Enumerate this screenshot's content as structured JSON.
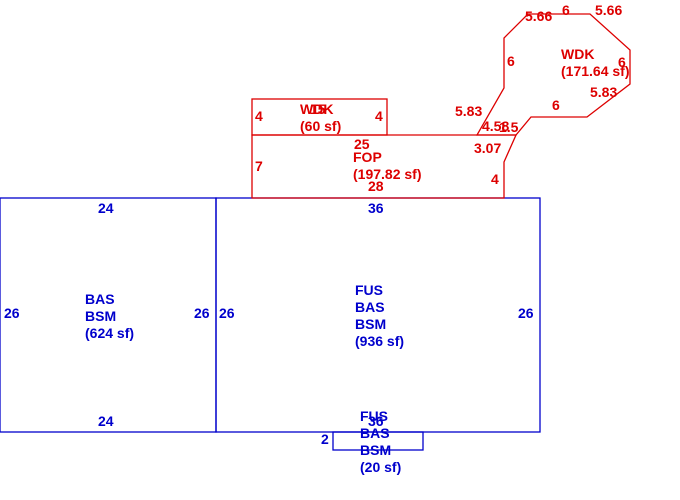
{
  "colors": {
    "living_area": "#0000cc",
    "deck_porch": "#dd0000",
    "background": "#ffffff"
  },
  "areas": {
    "bas_left": {
      "lines": [
        "BAS",
        "BSM",
        "(624 sf)"
      ]
    },
    "fus_main": {
      "lines": [
        "FUS",
        "BAS",
        "BSM",
        "(936 sf)"
      ]
    },
    "fus_small": {
      "lines": [
        "FUS",
        "BAS",
        "BSM",
        "(20 sf)"
      ]
    },
    "fop": {
      "lines": [
        "FOP",
        "(197.82 sf)"
      ]
    },
    "wdk_small": {
      "lines": [
        "WDK",
        "(60 sf)"
      ]
    },
    "wdk_large": {
      "lines": [
        "WDK",
        "(171.64 sf)"
      ]
    }
  },
  "dimensions": {
    "bas_top": "24",
    "bas_bottom": "24",
    "bas_left": "26",
    "bas_right": "26",
    "fus_top": "36",
    "fus_bottom": "36",
    "fus_left": "26",
    "fus_right": "26",
    "fus_small_side": "2",
    "fop_top": "25",
    "fop_bottom": "28",
    "fop_left": "7",
    "fop_right": "4",
    "fop_diagonal": "3.07",
    "wdk_small_top": "15",
    "wdk_small_left": "4",
    "wdk_small_right": "4",
    "wdk_diag_left": "5.83",
    "wdk_diag_lower": "4.58",
    "wdk_bottom_short": "1.5",
    "wdk_top_left": "5.66",
    "wdk_top": "6",
    "wdk_top_right": "5.66",
    "wdk_right": "6",
    "wdk_left": "6",
    "wdk_lower_right": "5.83",
    "wdk_bottom": "6"
  }
}
